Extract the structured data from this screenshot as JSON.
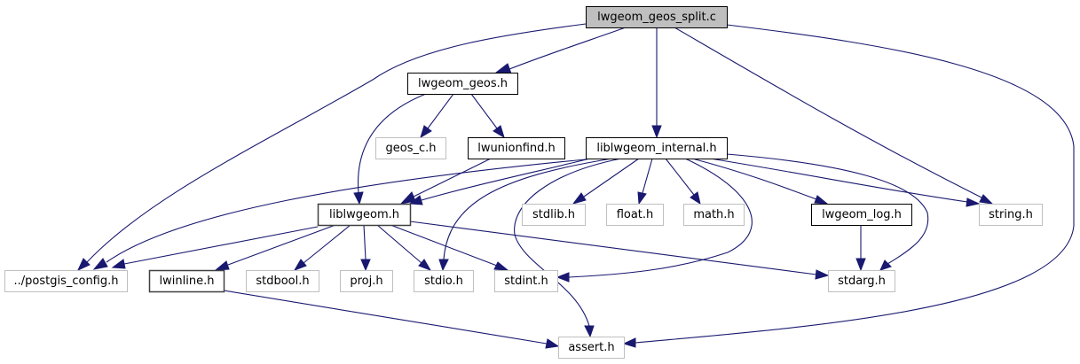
{
  "graph": {
    "type": "include-dependency-graph",
    "colors": {
      "edge": "#191970",
      "main_fill": "#bfbfbf",
      "documented_border": "#000000",
      "system_border": "#bfbfbf"
    },
    "nodes": {
      "lwgeom_geos_split_c": {
        "label": "lwgeom_geos_split.c",
        "kind": "main"
      },
      "lwgeom_geos_h": {
        "label": "lwgeom_geos.h",
        "kind": "doc"
      },
      "geos_c_h": {
        "label": "geos_c.h",
        "kind": "sys"
      },
      "lwunionfind_h": {
        "label": "lwunionfind.h",
        "kind": "doc"
      },
      "liblwgeom_internal_h": {
        "label": "liblwgeom_internal.h",
        "kind": "doc"
      },
      "liblwgeom_h": {
        "label": "liblwgeom.h",
        "kind": "doc"
      },
      "stdlib_h": {
        "label": "stdlib.h",
        "kind": "sys"
      },
      "float_h": {
        "label": "float.h",
        "kind": "sys"
      },
      "math_h": {
        "label": "math.h",
        "kind": "sys"
      },
      "lwgeom_log_h": {
        "label": "lwgeom_log.h",
        "kind": "doc"
      },
      "string_h": {
        "label": "string.h",
        "kind": "sys"
      },
      "postgis_config_h": {
        "label": "../postgis_config.h",
        "kind": "sys"
      },
      "lwinline_h": {
        "label": "lwinline.h",
        "kind": "doc"
      },
      "stdbool_h": {
        "label": "stdbool.h",
        "kind": "sys"
      },
      "proj_h": {
        "label": "proj.h",
        "kind": "sys"
      },
      "stdio_h": {
        "label": "stdio.h",
        "kind": "sys"
      },
      "stdint_h": {
        "label": "stdint.h",
        "kind": "sys"
      },
      "stdarg_h": {
        "label": "stdarg.h",
        "kind": "sys"
      },
      "assert_h": {
        "label": "assert.h",
        "kind": "sys"
      }
    },
    "edges": [
      [
        "lwgeom_geos_split_c",
        "lwgeom_geos_h"
      ],
      [
        "lwgeom_geos_split_c",
        "liblwgeom_internal_h"
      ],
      [
        "lwgeom_geos_split_c",
        "postgis_config_h"
      ],
      [
        "lwgeom_geos_split_c",
        "string_h"
      ],
      [
        "lwgeom_geos_split_c",
        "assert_h"
      ],
      [
        "lwgeom_geos_h",
        "geos_c_h"
      ],
      [
        "lwgeom_geos_h",
        "lwunionfind_h"
      ],
      [
        "lwgeom_geos_h",
        "liblwgeom_h"
      ],
      [
        "lwunionfind_h",
        "liblwgeom_h"
      ],
      [
        "liblwgeom_internal_h",
        "liblwgeom_h"
      ],
      [
        "liblwgeom_internal_h",
        "postgis_config_h"
      ],
      [
        "liblwgeom_internal_h",
        "stdlib_h"
      ],
      [
        "liblwgeom_internal_h",
        "float_h"
      ],
      [
        "liblwgeom_internal_h",
        "math_h"
      ],
      [
        "liblwgeom_internal_h",
        "lwgeom_log_h"
      ],
      [
        "liblwgeom_internal_h",
        "string_h"
      ],
      [
        "liblwgeom_internal_h",
        "stdio_h"
      ],
      [
        "liblwgeom_internal_h",
        "stdint_h"
      ],
      [
        "liblwgeom_internal_h",
        "stdarg_h"
      ],
      [
        "liblwgeom_internal_h",
        "assert_h"
      ],
      [
        "liblwgeom_h",
        "postgis_config_h"
      ],
      [
        "liblwgeom_h",
        "lwinline_h"
      ],
      [
        "liblwgeom_h",
        "stdbool_h"
      ],
      [
        "liblwgeom_h",
        "proj_h"
      ],
      [
        "liblwgeom_h",
        "stdio_h"
      ],
      [
        "liblwgeom_h",
        "stdint_h"
      ],
      [
        "liblwgeom_h",
        "stdarg_h"
      ],
      [
        "lwgeom_log_h",
        "stdarg_h"
      ],
      [
        "lwinline_h",
        "assert_h"
      ]
    ]
  }
}
